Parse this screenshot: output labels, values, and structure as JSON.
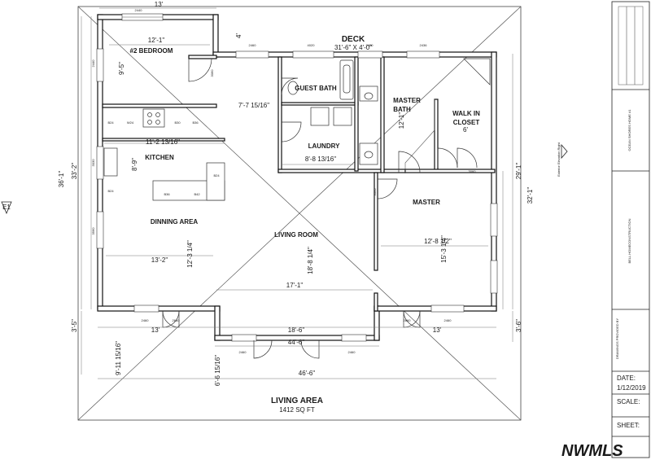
{
  "rooms": {
    "bedroom2": "#2 BEDROOM",
    "guest_bath": "GUEST BATH",
    "master_bath_1": "MASTER",
    "master_bath_2": "BATH",
    "walk_in_1": "WALK IN",
    "walk_in_2": "CLOSET",
    "kitchen": "KITCHEN",
    "laundry": "LAUNDRY",
    "master": "MASTER",
    "dining": "DINNING AREA",
    "living": "LIVING ROOM"
  },
  "deck": {
    "label": "DECK",
    "size": "31'-6\" X 4'-0\""
  },
  "dimensions": {
    "top_13": "13'",
    "bed_w": "12'-1\"",
    "bed_h": "9'-5\"",
    "four": "4'",
    "hall": "7'-7 15/16\"",
    "kitchen_w": "11'-2 13/16\"",
    "kitchen_h": "8'-9\"",
    "laundry": "8'-8 13/16\"",
    "mbath": "12'-1\"",
    "closet": "6'",
    "left_36": "36'-1\"",
    "left_33": "33'-2\"",
    "left_35": "3'-5\"",
    "dining_w": "13'-2\"",
    "dining_h": "12'-3 1/4\"",
    "living_h": "18'-8 1/4\"",
    "living_w": "17'-1\"",
    "master_w": "12'-8 1/2\"",
    "master_h": "15'-3 1/4\"",
    "right_29": "29'-1\"",
    "right_32": "32'-1\"",
    "right_36": "3'-6\"",
    "bot_13_left": "13'",
    "bot_13_right": "13'",
    "bump_18": "18'-6\"",
    "bump_44": "44'-6\"",
    "left_911": "9'-11 15/16\"",
    "bump_depth": "6'-6 15/16\"",
    "total_46": "46'-6\""
  },
  "window_tags": {
    "w2440": "2440",
    "w3060": "3060",
    "w2460": "2460",
    "w4020": "4020",
    "w2660": "2660",
    "w2860": "2860",
    "w3560": "3560",
    "w2420": "2420",
    "w2436": "2436",
    "w3030": "3030"
  },
  "appliance_tags": {
    "b24": "B24",
    "w24": "W24",
    "b36": "B36",
    "b30": "B30",
    "b42": "B42"
  },
  "footer": {
    "title": "LIVING AREA",
    "area": "1412 SQ FT"
  },
  "elevation_marker": "E1",
  "north_marker": "Exterior Elevation Right",
  "title_block": {
    "project": "OCEAN SHORES HOME #1",
    "company": "BELL HOMECONSTRUCTION",
    "drawn_by": "DRAWINGS PROVIDED BY",
    "date_label": "DATE:",
    "date_value": "1/12/2019",
    "scale_label": "SCALE:",
    "sheet_label": "SHEET:"
  },
  "watermark": "NWMLS"
}
